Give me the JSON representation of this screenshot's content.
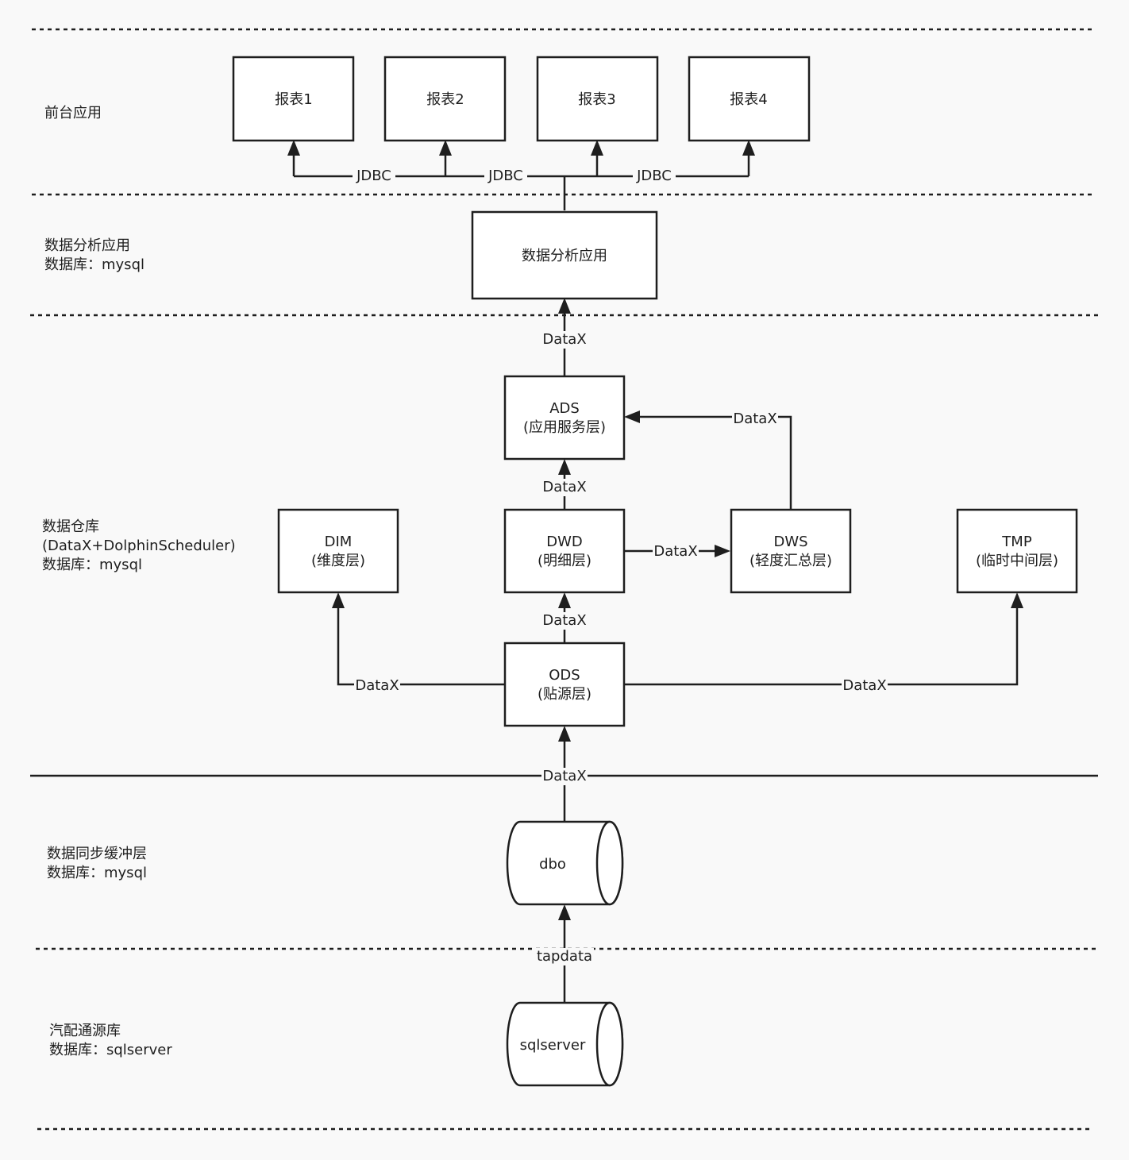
{
  "layers": {
    "frontend": {
      "line1": "前台应用"
    },
    "analysis": {
      "line1": "数据分析应用",
      "line2": "数据库：mysql"
    },
    "warehouse": {
      "line1": "数据仓库",
      "line2": "(DataX+DolphinScheduler)",
      "line3": "数据库：mysql"
    },
    "sync": {
      "line1": "数据同步缓冲层",
      "line2": "数据库：mysql"
    },
    "source": {
      "line1": "汽配通源库",
      "line2": "数据库：sqlserver"
    }
  },
  "nodes": {
    "report1": {
      "line1": "报表1"
    },
    "report2": {
      "line1": "报表2"
    },
    "report3": {
      "line1": "报表3"
    },
    "report4": {
      "line1": "报表4"
    },
    "analysis_app": {
      "line1": "数据分析应用"
    },
    "ads": {
      "line1": "ADS",
      "line2": "(应用服务层)"
    },
    "dim": {
      "line1": "DIM",
      "line2": "(维度层)"
    },
    "dwd": {
      "line1": "DWD",
      "line2": "(明细层)"
    },
    "dws": {
      "line1": "DWS",
      "line2": "(轻度汇总层)"
    },
    "tmp": {
      "line1": "TMP",
      "line2": "(临时中间层)"
    },
    "ods": {
      "line1": "ODS",
      "line2": "(贴源层)"
    },
    "dbo": {
      "line1": "dbo"
    },
    "sqlserver": {
      "line1": "sqlserver"
    }
  },
  "edges": {
    "jdbc_1": "JDBC",
    "jdbc_2": "JDBC",
    "jdbc_3": "JDBC",
    "ads_to_app": "DataX",
    "dws_to_ads": "DataX",
    "dwd_to_ads": "DataX",
    "dwd_to_dws": "DataX",
    "ods_to_dwd": "DataX",
    "ods_to_dim": "DataX",
    "ods_to_tmp": "DataX",
    "dbo_to_ods": "DataX",
    "sqlserver_to_dbo": "tapdata"
  }
}
